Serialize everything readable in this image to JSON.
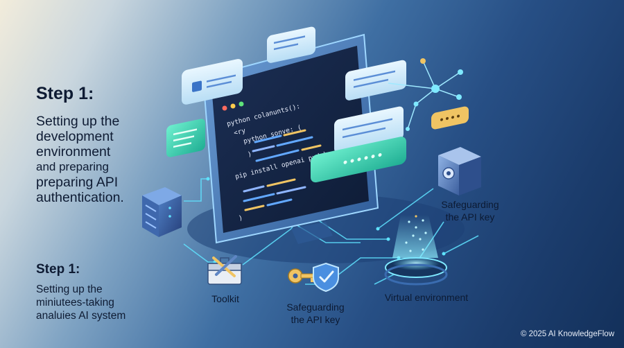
{
  "left_panel": {
    "heading": "Step 1:",
    "description_lines": [
      "Setting up the",
      "development",
      "environment",
      "and preparing",
      "preparing API",
      "authentication."
    ]
  },
  "lower_panel": {
    "heading": "Step 1:",
    "description_lines": [
      "Setting up the",
      "miniutees-taking",
      "analuies AI system"
    ]
  },
  "labels": {
    "toolkit": "Toolkit",
    "safeguarding_bottom": [
      "Safeguarding",
      "the API key"
    ],
    "virtual_environment": "Virtual environment",
    "safeguarding_right": [
      "Safeguarding",
      "the API key"
    ]
  },
  "code_lines": [
    "python colanunts():",
    "<ry",
    "python_sonve: (",
    ")",
    "pip install openai pydub",
    ")"
  ],
  "footer": {
    "copyright": "© 2025 AI KnowledgeFlow"
  },
  "colors": {
    "accent_cyan": "#5fe3ff",
    "accent_gold": "#f0c463",
    "accent_green": "#3ed1b0",
    "screen_dark": "#13233f",
    "text_dark": "#0e1b33"
  },
  "icons": [
    "server-icon",
    "toolkit-icon",
    "key-icon",
    "shield-check-icon",
    "safe-icon",
    "hologram-platform-icon",
    "network-nodes-icon",
    "chat-bubble-icon",
    "user-card-icon"
  ]
}
